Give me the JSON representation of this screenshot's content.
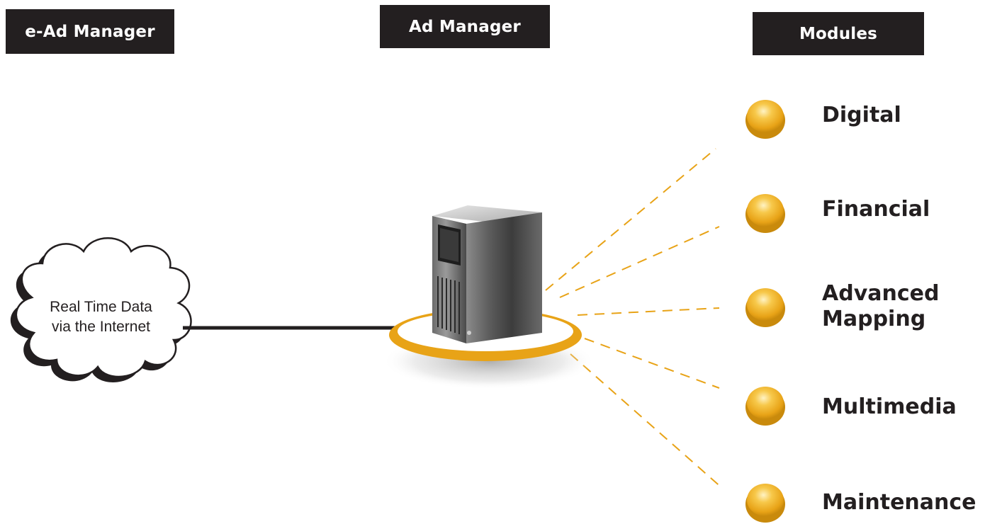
{
  "headers": {
    "left": "e-Ad Manager",
    "center": "Ad Manager",
    "right": "Modules"
  },
  "cloud": {
    "line1": "Real Time Data",
    "line2": "via the Internet"
  },
  "modules": [
    {
      "label": "Digital"
    },
    {
      "label": "Financial"
    },
    {
      "label": "Advanced",
      "label2": "Mapping"
    },
    {
      "label": "Multimedia"
    },
    {
      "label": "Maintenance"
    }
  ],
  "colors": {
    "accent": "#e8a317",
    "header_bg": "#231f20",
    "dash": "#e8a317"
  },
  "icons": {
    "server": "server-icon",
    "cloud": "cloud-icon",
    "module_bullet": "orb-icon"
  }
}
